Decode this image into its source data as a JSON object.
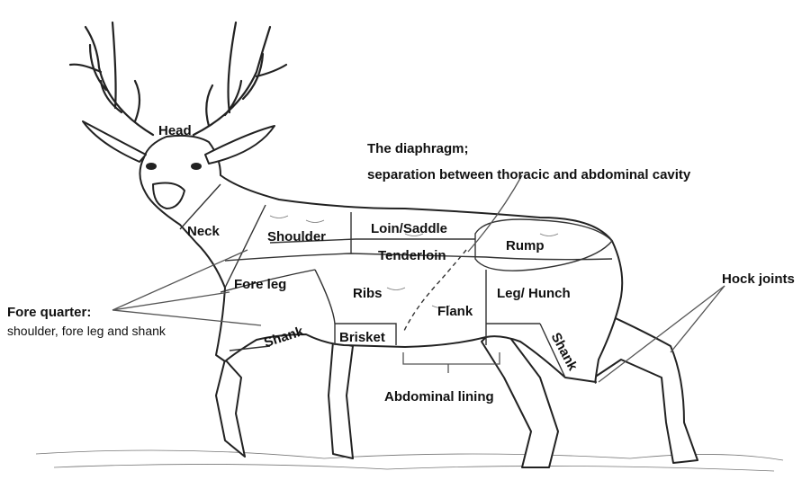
{
  "labels": {
    "head": "Head",
    "neck": "Neck",
    "shoulder": "Shoulder",
    "loin_saddle": "Loin/Saddle",
    "tenderloin": "Tenderloin",
    "rump": "Rump",
    "fore_leg": "Fore leg",
    "ribs": "Ribs",
    "flank": "Flank",
    "leg_hunch": "Leg/ Hunch",
    "shank_front": "Shank",
    "brisket": "Brisket",
    "shank_hind": "Shank"
  },
  "annotations": {
    "diaphragm_title": "The diaphragm;",
    "diaphragm_desc": "separation between thoracic and abdominal cavity",
    "hock_joints": "Hock joints",
    "fore_quarter_title": "Fore quarter:",
    "fore_quarter_desc": "shoulder, fore leg and shank",
    "abdominal_lining": "Abdominal lining"
  }
}
